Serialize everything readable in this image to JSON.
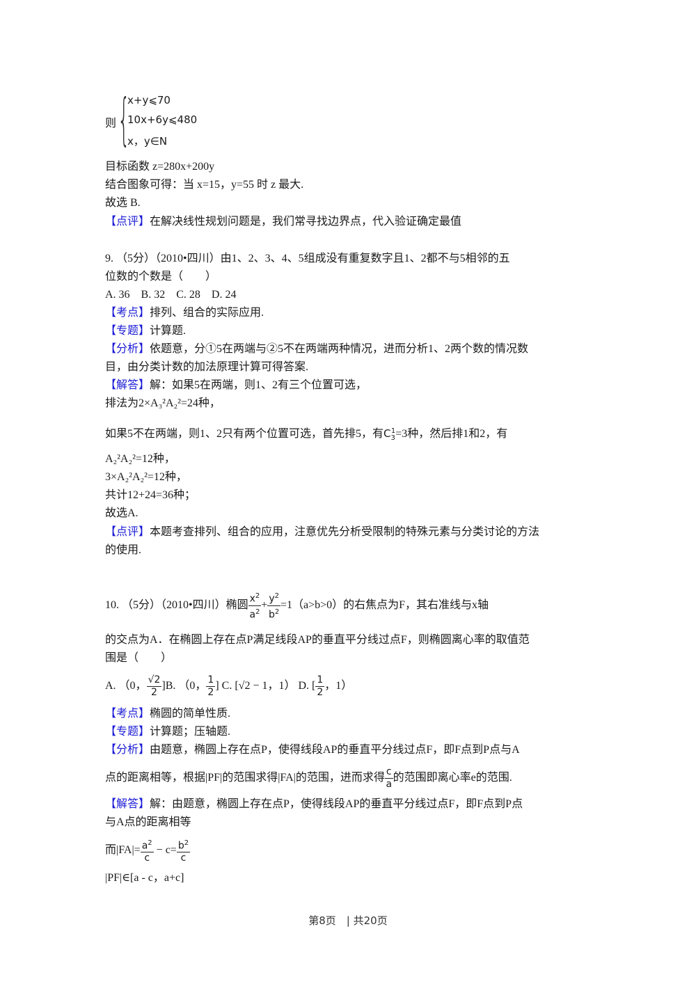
{
  "system": {
    "prefix": "则",
    "rows": [
      "x+y⩽70",
      "10x+6y⩽480",
      "x，y∈N"
    ]
  },
  "q8_tail": {
    "objective": "目标函数 z=280x+200y",
    "combine": "结合图象可得：当 x=15，y=55 时 z 最大.",
    "choice": "故选 B.",
    "review_label": "【点评】",
    "review": "在解决线性规划问题是，我们常寻找边界点，代入验证确定最值"
  },
  "q9": {
    "stem_line1": "9. （5分）（2010•四川）由1、2、3、4、5组成没有重复数字且1、2都不与5相邻的五",
    "stem_line2": "位数的个数是（　　）",
    "options": "A. 36　B. 32　C. 28　D. 24",
    "kaodian_label": "【考点】",
    "kaodian": "排列、组合的实际应用.",
    "zhuanti_label": "【专题】",
    "zhuanti": "计算题.",
    "fenxi_label": "【分析】",
    "fenxi_1": "依题意，分①5在两端与②5不在两端两种情况，进而分析1、2两个数的情况数",
    "fenxi_2": "目，由分类计数的加法原理计算可得答案.",
    "jieda_label": "【解答】",
    "jieda_1": "解：如果5在两端，则1、2有三个位置可选，",
    "jieda_2": "排法为2×A₃²A₂²=24种，",
    "jieda_3a": "如果5不在两端，则1、2只有两个位置可选，首先排5，有",
    "jieda_3b": "=3种，然后排1和2，有",
    "jieda_4": "A₂²A₂²=12种，",
    "jieda_5": "3×A₂²A₂²=12种，",
    "jieda_6": "共计12+24=36种；",
    "jieda_7": "故选A.",
    "dianping_label": "【点评】",
    "dianping_1": "本题考查排列、组合的应用，注意优先分析受限制的特殊元素与分类讨论的方法",
    "dianping_2": "的使用."
  },
  "q10": {
    "stem_a": "10. （5分）（2010•四川）椭圆",
    "stem_b": "=1（a>b>0）的右焦点为F，其右准线与x轴",
    "stem_line2": "的交点为A．在椭圆上存在点P满足线段AP的垂直平分线过点F，则椭圆离心率的取值范",
    "stem_line3": "围是（　　）",
    "opt_a": "A. （0，",
    "opt_b": "]B. （0，",
    "opt_c": "] C. [√2 − 1，1） D. [",
    "opt_d": "，1）",
    "kaodian_label": "【考点】",
    "kaodian": "椭圆的简单性质.",
    "zhuanti_label": "【专题】",
    "zhuanti": "计算题；压轴题.",
    "fenxi_label": "【分析】",
    "fenxi_1": "由题意，椭圆上存在点P，使得线段AP的垂直平分线过点F，即F点到P点与A",
    "fenxi_2a": "点的距离相等，根据|PF|的范围求得|FA|的范围，进而求得",
    "fenxi_2b": "的范围即离心率e的范围.",
    "jieda_label": "【解答】",
    "jieda_1": "解：由题意，椭圆上存在点P，使得线段AP的垂直平分线过点F，即F点到P点",
    "jieda_2": "与A点的距离相等",
    "jieda_3a": "而|FA|=",
    "jieda_3b": " − c=",
    "jieda_4": "|PF|∈[a - c，a+c]"
  },
  "footer": "第8页　|  共20页"
}
